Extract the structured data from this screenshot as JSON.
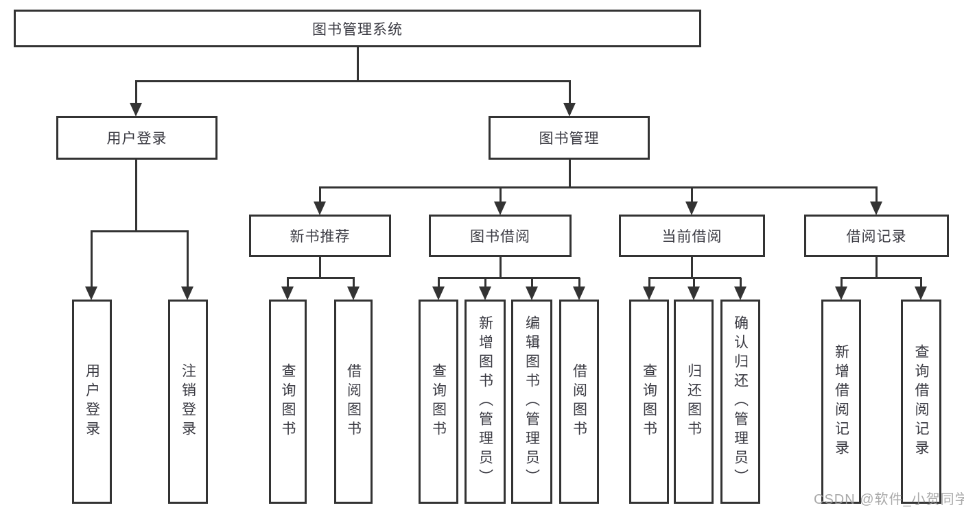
{
  "tree": {
    "root": {
      "label": "图书管理系统"
    },
    "branches": [
      {
        "label": "用户登录",
        "children": [
          {
            "label": "用户登录"
          },
          {
            "label": "注销登录"
          }
        ]
      },
      {
        "label": "图书管理",
        "children": [
          {
            "label": "新书推荐",
            "children": [
              {
                "label": "查询图书"
              },
              {
                "label": "借阅图书"
              }
            ]
          },
          {
            "label": "图书借阅",
            "children": [
              {
                "label": "查询图书"
              },
              {
                "label": "新增图书（管理员）"
              },
              {
                "label": "编辑图书（管理员）"
              },
              {
                "label": "借阅图书"
              }
            ]
          },
          {
            "label": "当前借阅",
            "children": [
              {
                "label": "查询图书"
              },
              {
                "label": "归还图书"
              },
              {
                "label": "确认归还（管理员）"
              }
            ]
          },
          {
            "label": "借阅记录",
            "children": [
              {
                "label": "新增借阅记录"
              },
              {
                "label": "查询借阅记录"
              }
            ]
          }
        ]
      }
    ]
  },
  "watermark": {
    "text": "CSDN @软件_小贺同学"
  },
  "colors": {
    "line": "#333333",
    "text": "#3a3a42",
    "background": "#ffffff",
    "watermark": "#9b9b9b"
  }
}
